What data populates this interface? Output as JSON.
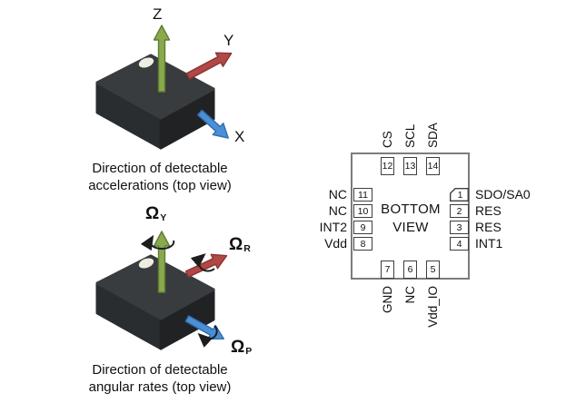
{
  "accel_diagram": {
    "axis_labels": {
      "up": "Z",
      "right_up": "Y",
      "right_down": "X"
    },
    "caption_line1": "Direction of detectable",
    "caption_line2": "accelerations (top view)"
  },
  "gyro_diagram": {
    "axis_labels": {
      "up": {
        "symbol": "Ω",
        "sub": "Y"
      },
      "right_up": {
        "symbol": "Ω",
        "sub": "R"
      },
      "right_down": {
        "symbol": "Ω",
        "sub": "P"
      }
    },
    "caption_line1": "Direction of detectable",
    "caption_line2": "angular rates (top view)"
  },
  "pinout": {
    "center_label_line1": "BOTTOM",
    "center_label_line2": "VIEW",
    "top_pins": [
      {
        "num": "12",
        "label": "CS"
      },
      {
        "num": "13",
        "label": "SCL"
      },
      {
        "num": "14",
        "label": "SDA"
      }
    ],
    "left_pins": [
      {
        "num": "11",
        "label": "NC"
      },
      {
        "num": "10",
        "label": "NC"
      },
      {
        "num": "9",
        "label": "INT2"
      },
      {
        "num": "8",
        "label": "Vdd"
      }
    ],
    "right_pins": [
      {
        "num": "1",
        "label": "SDO/SA0"
      },
      {
        "num": "2",
        "label": "RES"
      },
      {
        "num": "3",
        "label": "RES"
      },
      {
        "num": "4",
        "label": "INT1"
      }
    ],
    "bottom_pins": [
      {
        "num": "7",
        "label": "GND"
      },
      {
        "num": "6",
        "label": "NC"
      },
      {
        "num": "5",
        "label": "Vdd_IO"
      }
    ]
  },
  "colors": {
    "z_axis_green": "#88AA4C",
    "y_axis_red": "#B04845",
    "x_axis_blue": "#4B8FD5",
    "chip_top": "#393C3E",
    "chip_left": "#2A2D2F",
    "chip_right": "#202224",
    "pin1_dot": "#EFEDE1",
    "package_outline": "#7C7C7C",
    "pin_border": "#3E3E3E"
  }
}
